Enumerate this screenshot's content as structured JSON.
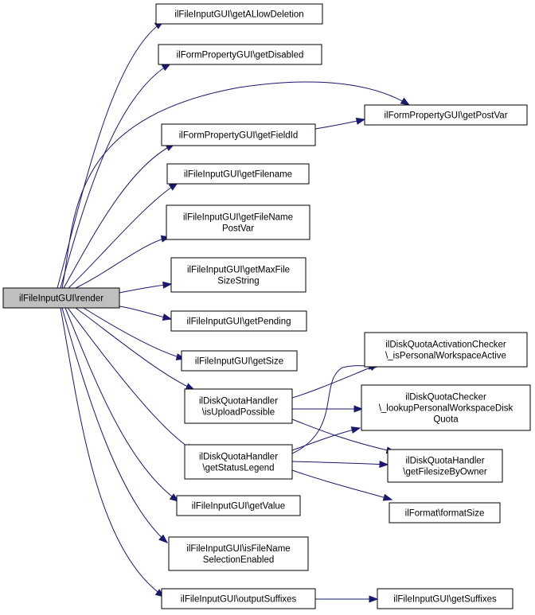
{
  "colors": {
    "edge": "#191970",
    "root_fill": "#bfbfbf",
    "node_fill": "#ffffff",
    "node_border": "#000000"
  },
  "nodes": {
    "root": {
      "lines": [
        "ilFileInputGUI\\render"
      ]
    },
    "allowDeletion": {
      "lines": [
        "ilFileInputGUI\\getALlowDeletion"
      ]
    },
    "disabled": {
      "lines": [
        "ilFormPropertyGUI\\getDisabled"
      ]
    },
    "fieldId": {
      "lines": [
        "ilFormPropertyGUI\\getFieldId"
      ]
    },
    "postVar": {
      "lines": [
        "ilFormPropertyGUI\\getPostVar"
      ]
    },
    "filename": {
      "lines": [
        "ilFileInputGUI\\getFilename"
      ]
    },
    "fileNamePostVar": {
      "lines": [
        "ilFileInputGUI\\getFileName",
        "PostVar"
      ]
    },
    "maxFileSize": {
      "lines": [
        "ilFileInputGUI\\getMaxFile",
        "SizeString"
      ]
    },
    "pending": {
      "lines": [
        "ilFileInputGUI\\getPending"
      ]
    },
    "size": {
      "lines": [
        "ilFileInputGUI\\getSize"
      ]
    },
    "uploadPossible": {
      "lines": [
        "ilDiskQuotaHandler",
        "\\isUploadPossible"
      ]
    },
    "statusLegend": {
      "lines": [
        "ilDiskQuotaHandler",
        "\\getStatusLegend"
      ]
    },
    "activationChecker": {
      "lines": [
        "ilDiskQuotaActivationChecker",
        "\\_isPersonalWorkspaceActive"
      ]
    },
    "quotaChecker": {
      "lines": [
        "ilDiskQuotaChecker",
        "\\_lookupPersonalWorkspaceDisk",
        "Quota"
      ]
    },
    "filesizeByOwner": {
      "lines": [
        "ilDiskQuotaHandler",
        "\\getFilesizeByOwner"
      ]
    },
    "formatSize": {
      "lines": [
        "ilFormat\\formatSize"
      ]
    },
    "value": {
      "lines": [
        "ilFileInputGUI\\getValue"
      ]
    },
    "fileNameSelection": {
      "lines": [
        "ilFileInputGUI\\isFileName",
        "SelectionEnabled"
      ]
    },
    "outputSuffixes": {
      "lines": [
        "ilFileInputGUI\\outputSuffixes"
      ]
    },
    "suffixes": {
      "lines": [
        "ilFileInputGUI\\getSuffixes"
      ]
    }
  },
  "edges": [
    [
      "root",
      "allowDeletion"
    ],
    [
      "root",
      "disabled"
    ],
    [
      "root",
      "postVar"
    ],
    [
      "root",
      "fieldId"
    ],
    [
      "fieldId",
      "postVar"
    ],
    [
      "root",
      "filename"
    ],
    [
      "root",
      "fileNamePostVar"
    ],
    [
      "root",
      "maxFileSize"
    ],
    [
      "root",
      "pending"
    ],
    [
      "root",
      "size"
    ],
    [
      "root",
      "uploadPossible"
    ],
    [
      "root",
      "statusLegend"
    ],
    [
      "root",
      "value"
    ],
    [
      "root",
      "fileNameSelection"
    ],
    [
      "root",
      "outputSuffixes"
    ],
    [
      "uploadPossible",
      "activationChecker"
    ],
    [
      "uploadPossible",
      "quotaChecker"
    ],
    [
      "uploadPossible",
      "filesizeByOwner"
    ],
    [
      "statusLegend",
      "activationChecker"
    ],
    [
      "statusLegend",
      "quotaChecker"
    ],
    [
      "statusLegend",
      "filesizeByOwner"
    ],
    [
      "statusLegend",
      "formatSize"
    ],
    [
      "outputSuffixes",
      "suffixes"
    ]
  ]
}
